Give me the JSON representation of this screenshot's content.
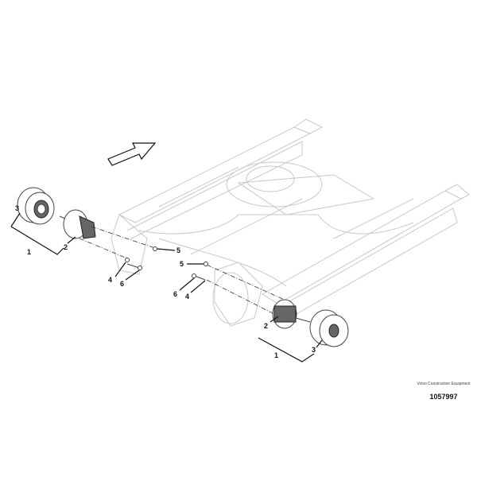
{
  "diagram": {
    "labels": {
      "left_3": "3",
      "left_1": "1",
      "left_2": "2",
      "left_5": "5",
      "left_4": "4",
      "left_6": "6",
      "right_5": "5",
      "right_6": "6",
      "right_4": "4",
      "right_2": "2",
      "right_3": "3",
      "right_1": "1"
    },
    "direction_icon": "arrow-forward-outline"
  },
  "credit": {
    "publisher": "Volvo Construction Equipment",
    "number": "1057997"
  }
}
